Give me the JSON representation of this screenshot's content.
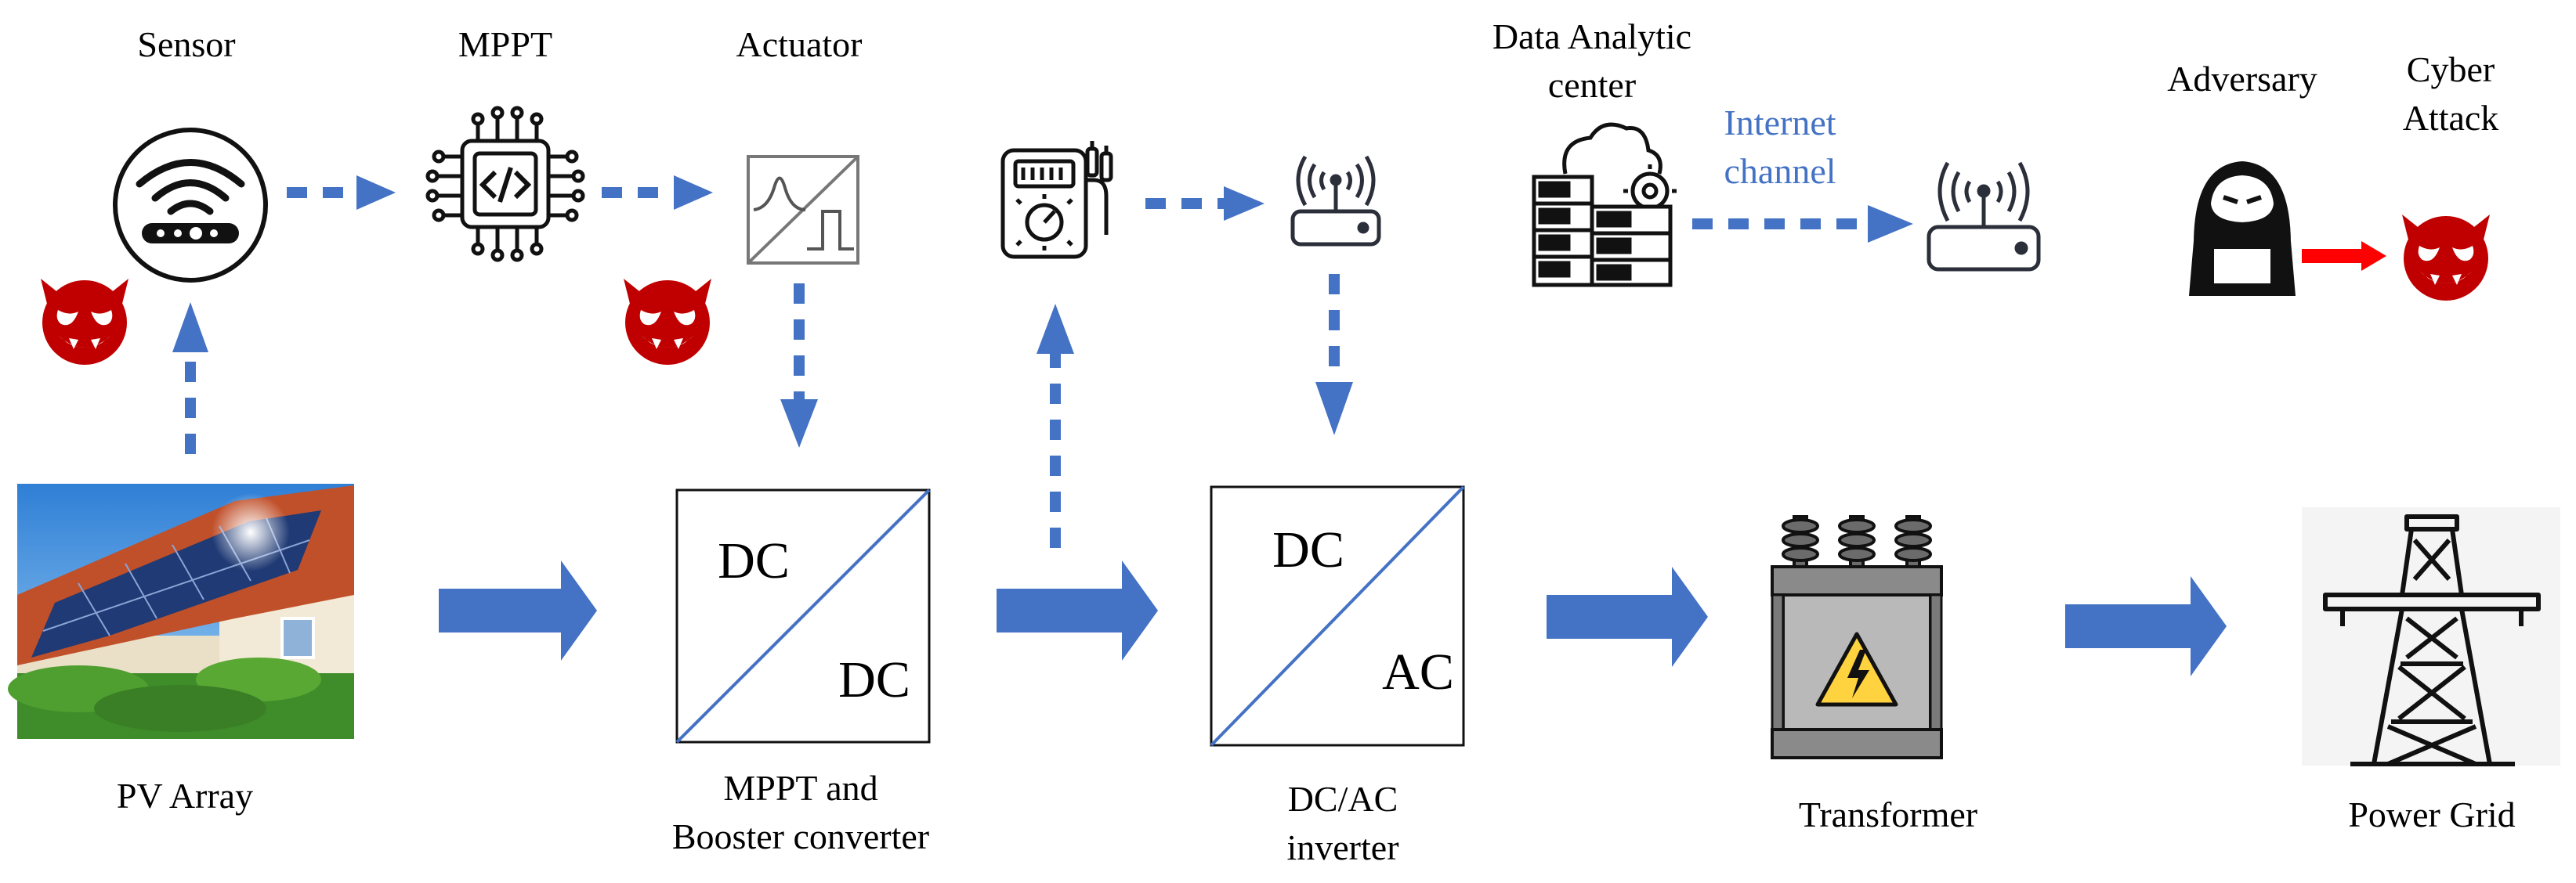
{
  "labels": {
    "sensor": "Sensor",
    "mppt": "MPPT",
    "actuator": "Actuator",
    "data_center_line1": "Data Analytic",
    "data_center_line2": "center",
    "internet_line1": "Internet",
    "internet_line2": "channel",
    "adversary": "Adversary",
    "cyber_line1": "Cyber",
    "cyber_line2": "Attack",
    "pv_array": "PV Array",
    "mppt_booster_line1": "MPPT and",
    "mppt_booster_line2": "Booster converter",
    "inverter_line1": "DC/AC",
    "inverter_line2": "inverter",
    "transformer": "Transformer",
    "power_grid": "Power Grid"
  },
  "converters": {
    "booster": {
      "top": "DC",
      "bottom": "DC"
    },
    "inverter": {
      "top": "DC",
      "bottom": "AC"
    }
  },
  "icons": {
    "sensor": "wifi-router-icon",
    "mppt": "chip-code-icon",
    "actuator": "signal-waveform-icon",
    "meter": "multimeter-icon",
    "router": "router-antenna-icon",
    "data_center": "server-cloud-icon",
    "internet_router": "router-antenna-icon",
    "adversary": "hacker-icon",
    "devil": "devil-face-icon",
    "pv": "solar-house-icon",
    "transformer": "transformer-warning-icon",
    "tower": "power-tower-icon"
  },
  "colors": {
    "arrow": "#4472c4",
    "internet_text": "#4472c4",
    "devil": "#c00000",
    "attack_arrow": "#ff0000",
    "text": "#000000"
  }
}
